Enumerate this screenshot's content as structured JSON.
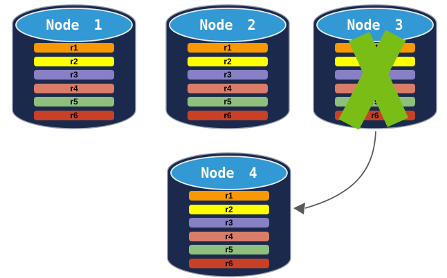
{
  "diagram": {
    "nodes": [
      {
        "label": "Node 1",
        "status": "active",
        "rows": [
          "r1",
          "r2",
          "r3",
          "r4",
          "r5",
          "r6"
        ]
      },
      {
        "label": "Node 2",
        "status": "active",
        "rows": [
          "r1",
          "r2",
          "r3",
          "r4",
          "r5",
          "r6"
        ]
      },
      {
        "label": "Node 3",
        "status": "failed",
        "rows": [
          "r1",
          "r2",
          "r3",
          "r4",
          "r5",
          "r6"
        ]
      },
      {
        "label": "Node 4",
        "status": "active",
        "rows": [
          "r1",
          "r2",
          "r3",
          "r4",
          "r5",
          "r6"
        ]
      }
    ],
    "row_colors": {
      "r1": "#F99800",
      "r2": "#FFFF00",
      "r3": "#8880C4",
      "r4": "#DA7D68",
      "r5": "#8FBF7D",
      "r6": "#C84026"
    },
    "annotations": {
      "failure_x": {
        "on_node": "Node 3",
        "color": "#7BBD17"
      },
      "failover_arrow": {
        "from": "Node 3",
        "to": "Node 4",
        "color": "#595959"
      }
    }
  },
  "palette": {
    "background": "#FFFFFF",
    "cylinder_body": "#1B2A4C",
    "cylinder_outline": "#9AA3B5",
    "cylinder_top": "#3399D5",
    "cylinder_top_outline": "#EAEEF2",
    "node_title_color": "#FFFFFF",
    "row_text": "#000000",
    "x_mark": "#7BBD17",
    "arrow": "#595959"
  }
}
